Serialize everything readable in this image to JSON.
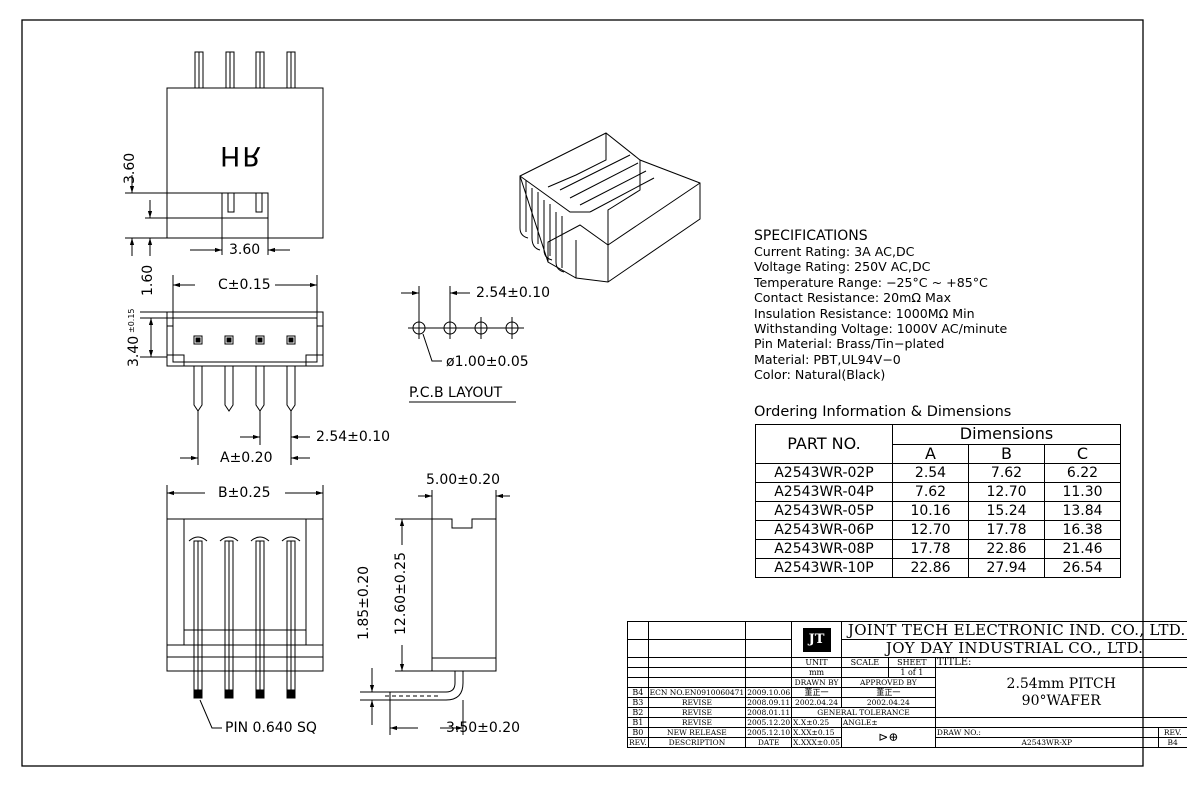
{
  "dims": {
    "top_height": "3.60",
    "top_width": "3.60",
    "left_1_60": "1.60",
    "c_dim": "C±0.15",
    "h_3_40": "3.40",
    "tol_015": "±0.15",
    "pitch_254": "2.54±0.10",
    "a_dim": "A±0.20",
    "b_dim": "B±0.25",
    "pin_sq": "PIN 0.640 SQ",
    "side_500": "5.00±0.20",
    "side_1260": "12.60±0.25",
    "side_185": "1.85±0.20",
    "side_350": "3.50±0.20"
  },
  "pcb": {
    "pitch": "2.54±0.10",
    "hole": "ø1.00±0.05",
    "label": "P.C.B LAYOUT"
  },
  "logo_text": "HR",
  "specs": {
    "heading": "SPECIFICATIONS",
    "lines": [
      "Current Rating: 3A AC,DC",
      "Voltage Rating: 250V AC,DC",
      "Temperature Range: −25°C ~ +85°C",
      "Contact Resistance: 20mΩ Max",
      "Insulation Resistance: 1000MΩ Min",
      "Withstanding Voltage: 1000V AC/minute",
      "Pin Material: Brass/Tin−plated",
      "Material: PBT,UL94V−0",
      "Color: Natural(Black)"
    ]
  },
  "ordering": {
    "title": "Ordering Information & Dimensions",
    "part_header": "PART NO.",
    "dims_header": "Dimensions",
    "cols": [
      "A",
      "B",
      "C"
    ],
    "rows": [
      {
        "part": "A2543WR-02P",
        "a": "2.54",
        "b": "7.62",
        "c": "6.22"
      },
      {
        "part": "A2543WR-04P",
        "a": "7.62",
        "b": "12.70",
        "c": "11.30"
      },
      {
        "part": "A2543WR-05P",
        "a": "10.16",
        "b": "15.24",
        "c": "13.84"
      },
      {
        "part": "A2543WR-06P",
        "a": "12.70",
        "b": "17.78",
        "c": "16.38"
      },
      {
        "part": "A2543WR-08P",
        "a": "17.78",
        "b": "22.86",
        "c": "21.46"
      },
      {
        "part": "A2543WR-10P",
        "a": "22.86",
        "b": "27.94",
        "c": "26.54"
      }
    ]
  },
  "title_block": {
    "company1": "JOINT TECH ELECTRONIC IND. CO., LTD.",
    "company2": "JOY DAY INDUSTRIAL CO., LTD.",
    "unit_label": "UNIT",
    "unit_value": "mm",
    "scale_label": "SCALE",
    "sheet_label": "SHEET",
    "sheet_value": "1 of 1",
    "title_label": "TITLE:",
    "title_line1": "2.54mm PITCH",
    "title_line2": "90°WAFER",
    "drawn_by_label": "DRAWN BY",
    "approved_by_label": "APPROVED BY",
    "drawn_by": "董正一",
    "approved_by": "董正一",
    "drawn_date": "2002.04.24",
    "approved_date": "2002.04.24",
    "general_tolerance": "GENERAL TOLERANCE",
    "tol_x": "X.X±0.25",
    "tol_xx": "X.XX±0.15",
    "tol_xxx": "X.XXX±0.05",
    "angle": "ANGLE±",
    "draw_no_label": "DRAW NO.:",
    "draw_no": "A2543WR-XP",
    "rev_label": "REV.",
    "rev_value": "B4",
    "revisions": [
      {
        "rev": "B4",
        "desc": "ECN NO.EN0910060471",
        "date": "2009.10.06"
      },
      {
        "rev": "B3",
        "desc": "REVISE",
        "date": "2008.09.11"
      },
      {
        "rev": "B2",
        "desc": "REVISE",
        "date": "2008.01.11"
      },
      {
        "rev": "B1",
        "desc": "REVISE",
        "date": "2005.12.20"
      },
      {
        "rev": "B0",
        "desc": "NEW RELEASE",
        "date": "2005.12.10"
      }
    ],
    "rev_col": "REV.",
    "desc_col": "DESCRIPTION",
    "date_col": "DATE"
  }
}
